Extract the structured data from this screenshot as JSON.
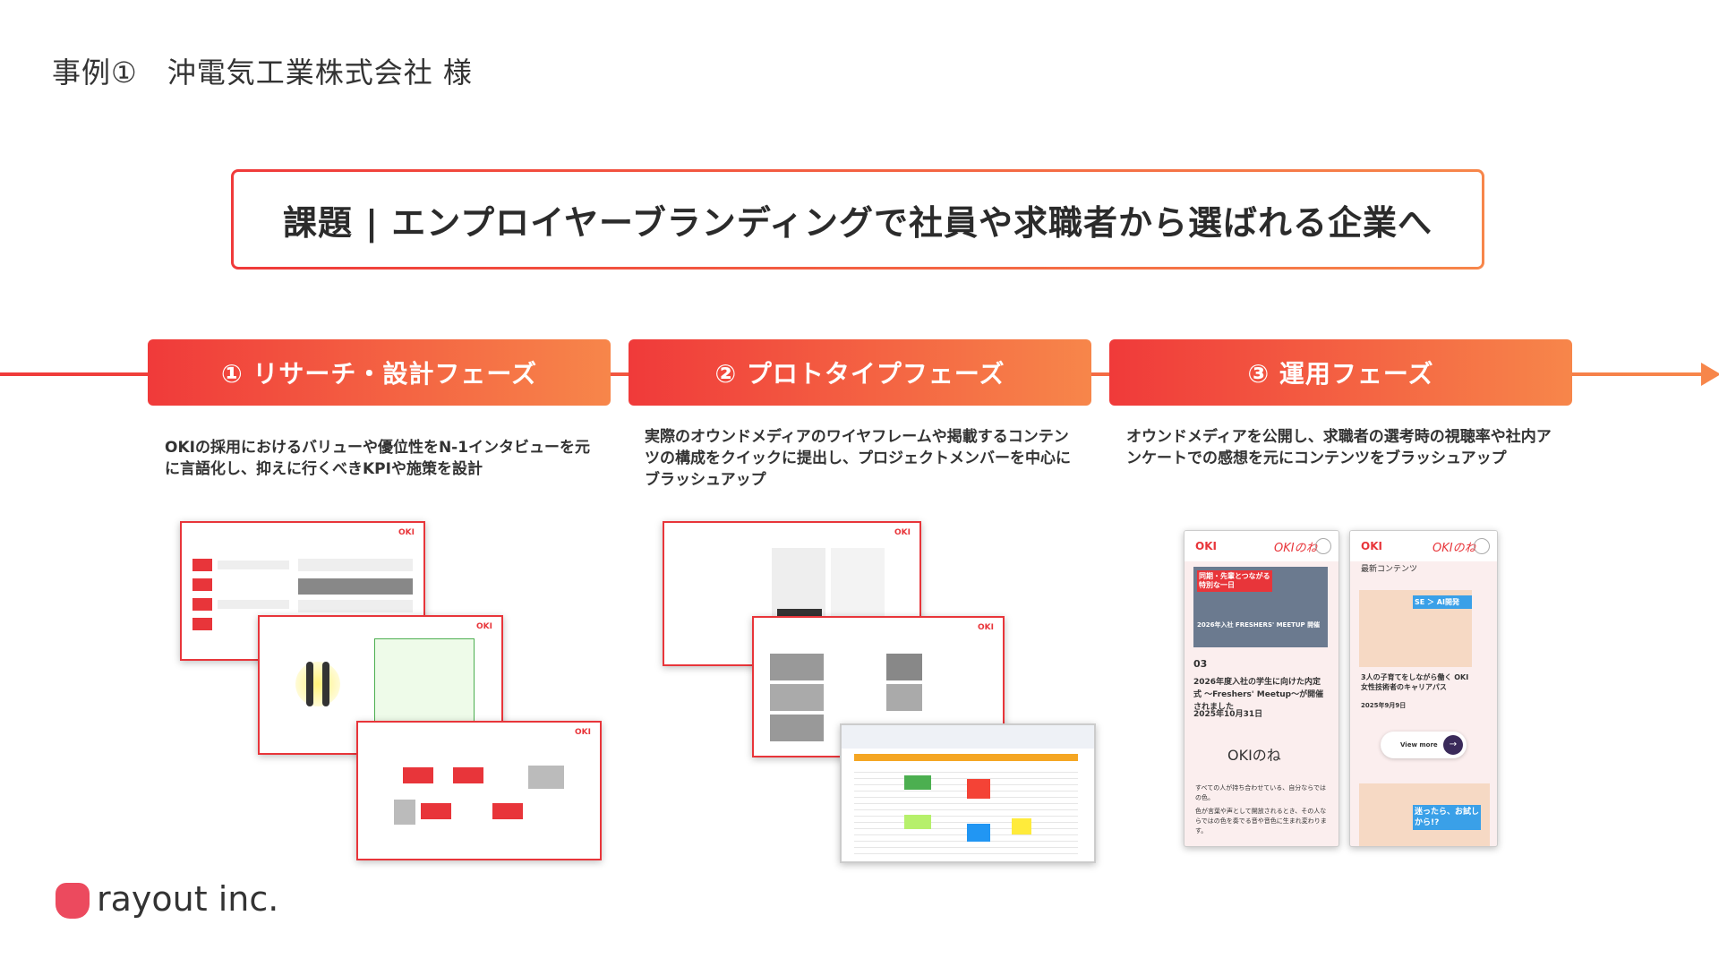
{
  "slide": {
    "title": "事例①　沖電気工業株式会社 様"
  },
  "issue": {
    "text": "課題 | エンプロイヤーブランディングで社員や求職者から選ばれる企業へ"
  },
  "phases": [
    {
      "label": "① リサーチ・設計フェーズ",
      "description": "OKIの採用におけるバリューや優位性をN-1インタビューを元に言語化し、抑えに行くべきKPIや施策を設計"
    },
    {
      "label": "② プロトタイプフェーズ",
      "description": "実際のオウンドメディアのワイヤフレームや掲載するコンテンツの構成をクイックに提出し、プロジェクトメンバーを中心にブラッシュアップ"
    },
    {
      "label": "③ 運用フェーズ",
      "description": "オウンドメディアを公開し、求職者の選考時の視聴率や社内アンケートでの感想を元にコンテンツをブラッシュアップ"
    }
  ],
  "phone1": {
    "logo": "OKI",
    "site": "OKIのね",
    "banner": "同期・先輩とつながる特別な一日",
    "banner2": "2026年入社 FRESHERS' MEETUP 開催",
    "number": "03",
    "article_title": "2026年度入社の学生に向けた内定式 〜Freshers' Meetup〜が開催されました",
    "date": "2025年10月31日",
    "brand": "OKIのね",
    "body1": "すべての人が持ち合わせている、自分ならではの色。",
    "body2": "色が言葉や声として開放されるとき、その人ならではの色を奏でる音や音色に生まれ変わります。"
  },
  "phone2": {
    "logo": "OKI",
    "site": "OKIのね",
    "section": "最新コンテンツ",
    "tag": "SE ＞ AI開発",
    "article_title": "3人の子育てをしながら働く OKI女性技術者のキャリアパス",
    "date": "2025年9月9日",
    "button": "View more",
    "banner": "迷ったら、お試しから!?"
  },
  "brand": {
    "name": "rayout inc."
  },
  "colors": {
    "accent_start": "#f03a3a",
    "accent_end": "#f7864a",
    "brand": "#ec4a5e"
  }
}
